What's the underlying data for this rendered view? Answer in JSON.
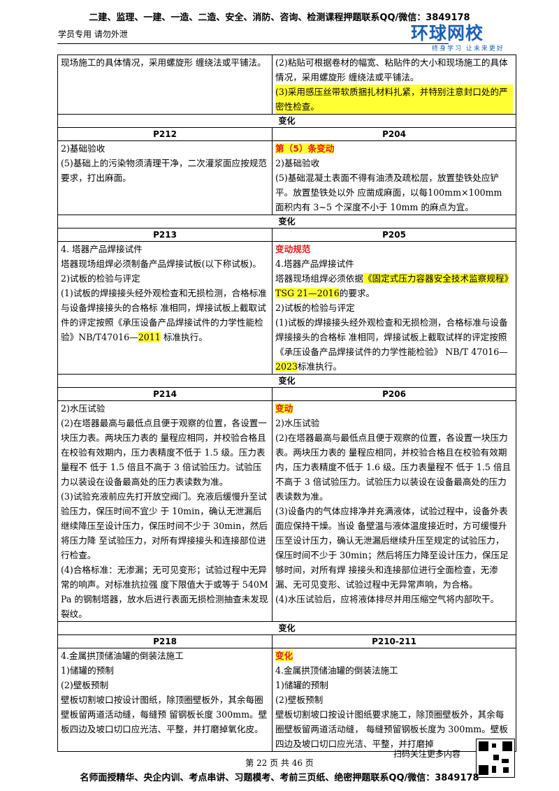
{
  "header": {
    "top_line": "二建、监理、一建、一造、二造、安全、消防、咨询、检测课程押题联系QQ/微信：3849178",
    "student": "学员专用 请勿外泄",
    "logo_main": "环球网校",
    "logo_sub": "终身学习 让未来更好"
  },
  "table": {
    "row0": {
      "left": "现场施工的具体情况，采用螺旋形 缠绕法或平铺法。",
      "right_a": "(2)粘贴可根据卷材的幅宽、粘贴件的大小和现场施工的具体情况，采用螺旋形 缠绕法或平铺法。",
      "right_b": "(3)采用感压丝带软质捆扎材料扎紧，并特别注意封口处的严密性检查。"
    },
    "change_label": "变化",
    "sec1": {
      "left_page": "P212",
      "right_page": "P204",
      "left": [
        "2)基础验收",
        "(5)基础上的污染物须清理干净，二次灌浆面应按规范要求，打出麻面。"
      ],
      "right_tag": "第（5）条变动",
      "right": [
        "2)基础验收",
        "(5)基础混凝土表面不得有油渍及疏松层，放置垫铁处应铲平。放置垫铁处以外 应凿成麻面，以每100mm×100mm 面积内有 3~5 个深度不小于 10mm 的麻点为宜。"
      ]
    },
    "sec2": {
      "left_page": "P213",
      "right_page": "P205",
      "left_a": "4. 塔器产品焊接试件",
      "left_b": "塔器现场组焊必须制备产品焊接试板(以下称试板)。",
      "left_c": "2)试板的检验与评定",
      "left_d": "(1)试板的焊接接头经外观检查和无损检测，合格标准与设备焊接接头的合格标 准相同，焊接试板上截取试件的评定按照《承压设备产品焊接试件的力学性能检验》NB/T47016—",
      "left_year": "2011",
      "left_tail": " 标准执行。",
      "right_tag": "变动规范",
      "right_a": "4.塔器产品焊接试件",
      "right_b_pre": "塔器现场组焊必须依据",
      "right_b_hl": "《固定式压力容器安全技术监察规程》TSG 21—2016",
      "right_b_post": "的要求。",
      "right_c": "2)试板的检验与评定",
      "right_d": "(1)试板的焊接接头经外观检查和无损检测，合格标准与设备焊接接头的合格标 准相同，焊接试板上截取试样的评定按照《承压设备产品焊接试件的力学性能检验》 NB/T 47016—",
      "right_year": "2023",
      "right_tail": "标准执行。"
    },
    "sec3": {
      "left_page": "P214",
      "right_page": "P206",
      "left": [
        "2)水压试验",
        " (2)在塔器最高与最低点且便于观察的位置，各设置一块压力表。两块压力表的 量程应相同，并校验合格且在校验有效期内，压力表精度不低于 1.5 级。压力表量程不 低于 1.5 倍且不高于 3 倍试验压力。试验压力以装设在设备最高处的压力表读数为准。",
        "(3)试验充液前应先打开放空阀门。充液后缓慢升至试验压力，保压时间不宜少 于 10min，确认无泄漏后继续降压至设计压力，保压时间不少于 30min，然后将压力降 至试验压力，对所有焊接接头和连接部位进行检查。",
        "(4)合格标准：无渗漏；无可见变形；试验过程中无异常的响声。对标准抗拉强 度下限值大于或等于 540MPa 的钢制塔器，放水后进行表面无损检测抽查未发现裂纹。"
      ],
      "right_tag": "变动",
      "right": [
        "2)水压试验",
        " (2)在塔器最高与最低点且便于观察的位置，各设置一块压力表。两块压力表的 量程应相同，并校验合格且在校验有效期内，压力表精度不低于 1.6 级。压力表量程不 低于 1.5 倍且不高于 3 倍试验压力。试验压力以装设在设备最高处的压力表读数为准。",
        "(3)设备内的气体应排净并充满液体，试验过程中，设备外表面应保持干燥。当设 备壁温与液体温度接近时，方可缓慢升压至设计压力，确认无泄漏后继续升压至规定的试验压力，保压时间不少于 30min；然后将压力降至设计压力，保压足够时间，对所有焊 接接头和连接部位进行全面检查，无渗漏、无可见变形、试验过程中无异常声响，为合格。",
        "(4)水压试验后，应将液体排尽并用压缩空气将内部吹干。"
      ]
    },
    "sec4": {
      "left_page": "P218",
      "right_page": "P210-211",
      "left": [
        "4.金属拱顶储油罐的倒装法施工",
        "1)储罐的预制",
        "(2)壁板预制",
        "壁板切割坡口按设计图纸，除顶圈壁板外，其余每圈壁板留两道活动缝，每缝预 留钢板长度 300mm。壁板四边及坡口切口应光洁、平整，并打磨掉氧化皮。"
      ],
      "right_tag": "变化",
      "right": [
        "4.金属拱顶储油罐的倒装法施工",
        "1)储罐的预制",
        "(2)壁板预制",
        "壁板切割坡口按设计图纸要求施工，除顶圈壁板外，其余每圈壁板留两道活动缝， 每缝预留钢板长度为 300mm。壁板四边及坡口切口应光洁、平整，并打磨掉"
      ]
    }
  },
  "footer": {
    "scan_text": "扫码关注更多内容",
    "page_text": "第 22 页 共 46 页",
    "bottom_line": "名师面授精华、央企内训、考点串讲、习题模考、考前三页纸、绝密押题联系QQ/微信：3849178"
  },
  "colors": {
    "highlight": "#ffff33",
    "accent_red": "#e31b1b",
    "logo_blue": "#1a5fb4"
  }
}
